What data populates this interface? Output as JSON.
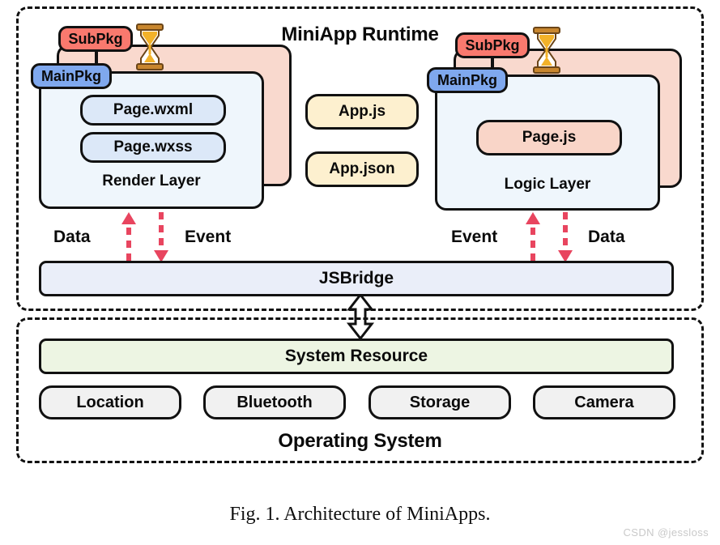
{
  "figure": {
    "caption": "Fig. 1.  Architecture of MiniApps.",
    "watermark": "CSDN @jessloss"
  },
  "colors": {
    "subpkg_badge": "#F9796E",
    "mainpkg_badge": "#7FA8EE",
    "subpkg_card": "#F9D9CE",
    "mainpkg_card": "#EFF6FC",
    "page_wx_pill": "#DCE8F8",
    "page_js_pill": "#F9D5C8",
    "app_file_pill": "#FDF0CF",
    "jsbridge_bar": "#EAEEF9",
    "system_resource_bar": "#EDF5E3",
    "capability_pill": "#F1F1F1",
    "flow_arrow": "#E8455F",
    "outline": "#111111"
  },
  "runtime": {
    "title": "MiniApp Runtime",
    "render_side": {
      "subpkg_badge": "SubPkg",
      "mainpkg_badge": "MainPkg",
      "layer_label": "Render Layer",
      "files": [
        "Page.wxml",
        "Page.wxss"
      ],
      "hourglass_icon": "hourglass-icon"
    },
    "logic_side": {
      "subpkg_badge": "SubPkg",
      "mainpkg_badge": "MainPkg",
      "layer_label": "Logic Layer",
      "files": [
        "Page.js"
      ],
      "hourglass_icon": "hourglass-icon"
    },
    "app_files": [
      "App.js",
      "App.json"
    ],
    "flows": {
      "render_left_label": "Data",
      "render_right_label": "Event",
      "logic_left_label": "Event",
      "logic_right_label": "Data"
    },
    "jsbridge": "JSBridge"
  },
  "operating_system": {
    "title": "Operating System",
    "system_resource": "System Resource",
    "capabilities": [
      "Location",
      "Bluetooth",
      "Storage",
      "Camera"
    ]
  }
}
